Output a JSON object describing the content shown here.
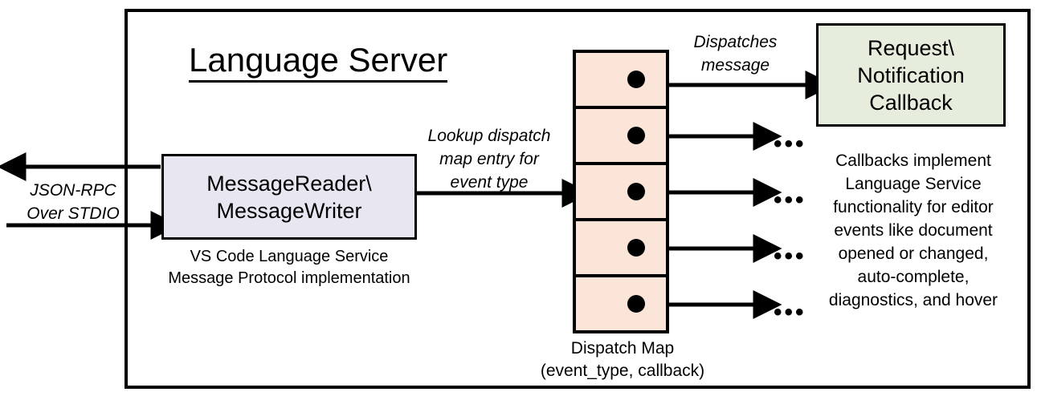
{
  "diagram": {
    "title": "Language Server",
    "frame_border_color": "#000000",
    "background": "#ffffff"
  },
  "reader": {
    "line1": "MessageReader\\",
    "line2": "MessageWriter",
    "fill_color": "#e8e6f0",
    "caption_line1": "VS Code Language Service",
    "caption_line2": "Message Protocol implementation"
  },
  "dispatch_map": {
    "fill_color": "#fae5d8",
    "cells": [
      {
        "dot": "entry-dot"
      },
      {
        "dot": "entry-dot"
      },
      {
        "dot": "entry-dot"
      },
      {
        "dot": "entry-dot"
      },
      {
        "dot": "entry-dot"
      }
    ],
    "caption_line1": "Dispatch Map",
    "caption_line2": "(event_type, callback)"
  },
  "callback": {
    "line1": "Request\\",
    "line2": "Notification",
    "line3": "Callback",
    "fill_color": "#e6eddc",
    "caption": "Callbacks implement Language Service functionality for editor events like document opened or changed, auto-complete, diagnostics, and hover",
    "caption_lines": [
      "Callbacks implement",
      "Language Service",
      "functionality for editor",
      "events like document",
      "opened or changed,",
      "auto-complete,",
      "diagnostics, and hover"
    ]
  },
  "edges": {
    "jsonrpc_line1": "JSON-RPC",
    "jsonrpc_line2": "Over STDIO",
    "lookup_line1": "Lookup dispatch",
    "lookup_line2": "map entry for",
    "lookup_line3": "event type",
    "dispatches_line1": "Dispatches",
    "dispatches_line2": "message",
    "ellipsis": "•••",
    "ellipsis_count": 4
  }
}
